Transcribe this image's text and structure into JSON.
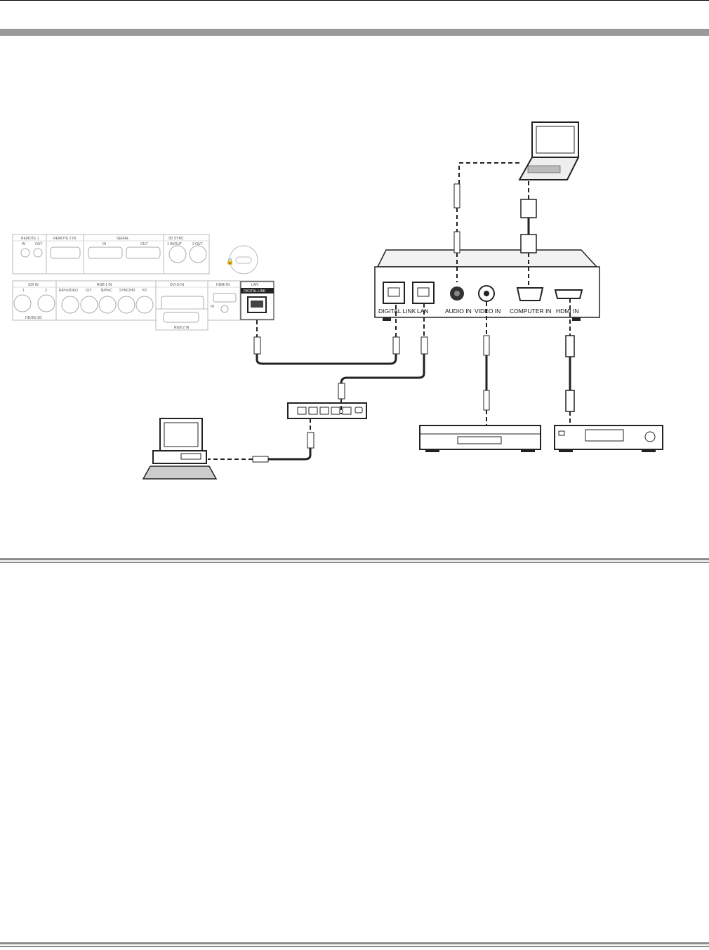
{
  "diagram": {
    "extender_ports": [
      "DIGITAL LINK",
      "LAN",
      "AUDIO IN",
      "VIDEO IN",
      "COMPUTER IN",
      "HDMI IN"
    ],
    "panel_labels": {
      "top": [
        "REMOTE 1",
        "REMOTE 2 IN",
        "SERIAL",
        "3D SYNC"
      ],
      "top_sub": [
        "IN",
        "OUT",
        "IN",
        "OUT",
        "1 IN/OUT",
        "2 OUT"
      ],
      "bottom": [
        "SDI IN",
        "RGB 1 IN",
        "DVI-D IN",
        "HDMI IN"
      ],
      "bottom_sub": [
        "1",
        "2",
        "R/Pr/VIDEO",
        "G/Y",
        "B/Pb/C",
        "SYNC/HD",
        "VD",
        "IN"
      ],
      "sdi_note": "HD/3G-SD",
      "rgb2": "RGB 2 IN",
      "lan_port": [
        "LAN",
        "DIGITAL LINK"
      ]
    }
  }
}
